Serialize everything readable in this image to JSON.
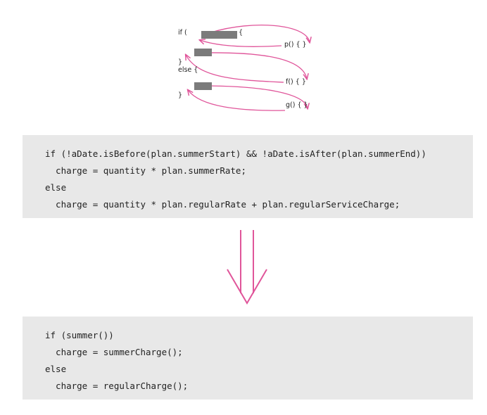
{
  "colors": {
    "accent": "#e0559a",
    "block": "#7b7b7b",
    "panel_background": "#e8e8e8",
    "text": "#222222"
  },
  "sketch": {
    "if_open": "if (",
    "brace_open": "{",
    "p_func": "p() {   }",
    "close_brace_1": "}",
    "else_label": "else {",
    "f_func": "f() { }",
    "close_brace_2": "}",
    "g_func": "g() { }"
  },
  "before_code": {
    "lines": [
      "if (!aDate.isBefore(plan.summerStart) && !aDate.isAfter(plan.summerEnd))",
      "  charge = quantity * plan.summerRate;",
      "else",
      "  charge = quantity * plan.regularRate + plan.regularServiceCharge;"
    ]
  },
  "transition_icon": "double-down-arrow-icon",
  "after_code": {
    "lines": [
      "if (summer())",
      "  charge = summerCharge();",
      "else",
      "  charge = regularCharge();"
    ]
  }
}
